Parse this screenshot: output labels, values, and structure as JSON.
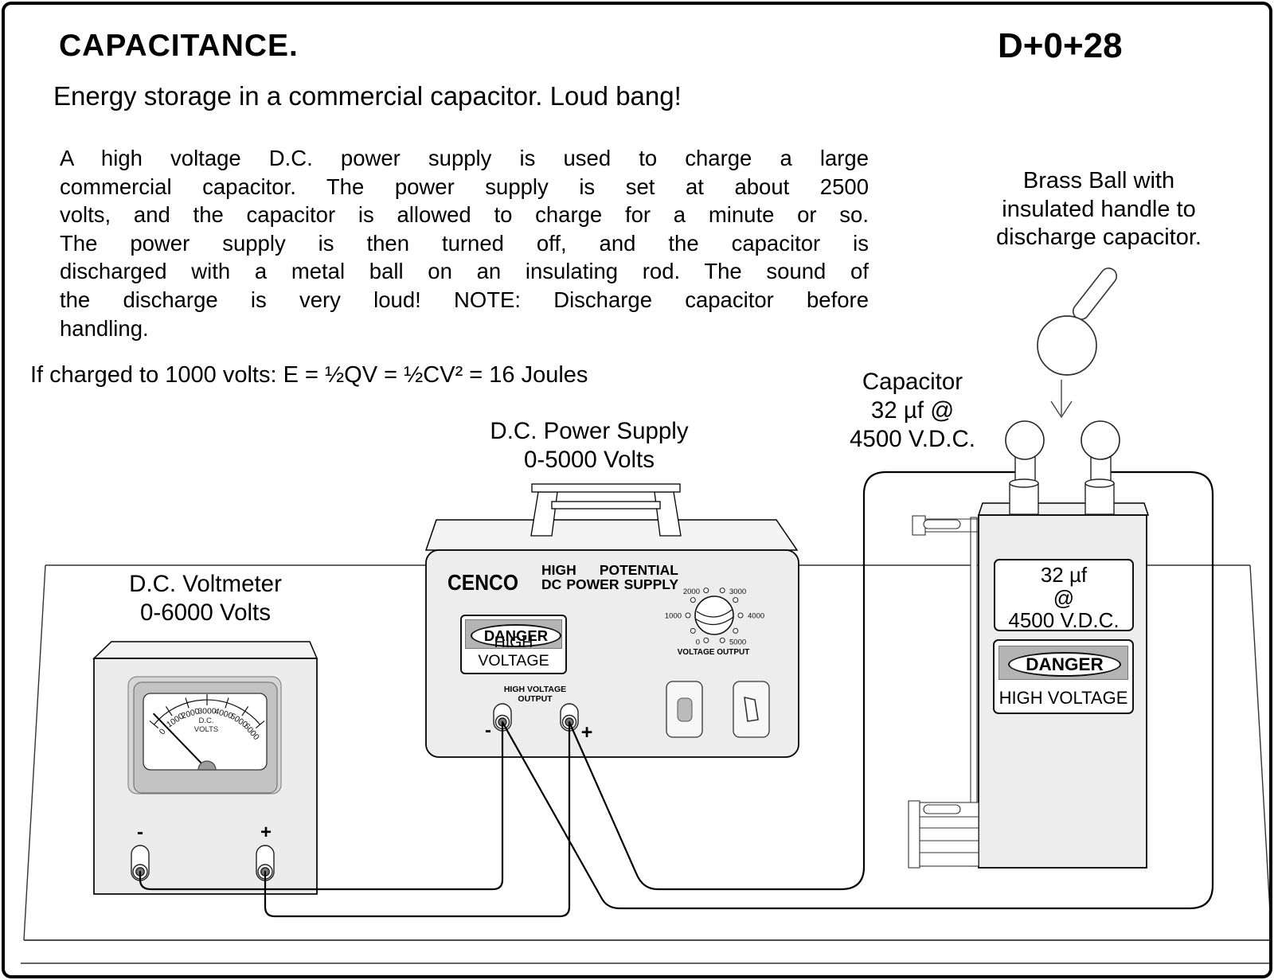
{
  "header": {
    "title": "CAPACITANCE.",
    "code": "D+0+28",
    "subtitle": "Energy storage in a commercial capacitor. Loud bang!"
  },
  "description": {
    "lines": [
      "A high voltage D.C. power supply is used to charge a large",
      "commercial capacitor.  The power supply is set at about 2500",
      "volts, and the capacitor is allowed to charge for a minute or so.",
      "The power supply is then turned off, and the capacitor is",
      "discharged with a metal ball on an insulating rod.  The sound of",
      "the discharge is very loud! NOTE: Discharge capacitor before",
      "handling."
    ]
  },
  "formula": "If charged to 1000 volts: E = ½QV = ½CV² = 16 Joules",
  "annotations": {
    "power_supply": {
      "line1": "D.C. Power Supply",
      "line2": "0-5000 Volts"
    },
    "voltmeter": {
      "line1": "D.C. Voltmeter",
      "line2": "0-6000 Volts"
    },
    "capacitor": {
      "line1": "Capacitor",
      "line2": "32 µf @",
      "line3": "4500 V.D.C."
    },
    "brass_ball": {
      "line1": "Brass Ball with",
      "line2": "insulated handle to",
      "line3": "discharge capacitor."
    }
  },
  "power_supply": {
    "brand": "CENCO",
    "title_word1": "HIGH",
    "title_word2": "POTENTIAL",
    "title_line2": "DC POWER SUPPLY",
    "danger": "DANGER",
    "danger_sub": "HIGH VOLTAGE",
    "output_label_line1": "HIGH VOLTAGE",
    "output_label_line2": "OUTPUT",
    "dial_caption": "VOLTAGE OUTPUT",
    "dial_labels": [
      "0",
      "1000",
      "2000",
      "3000",
      "4000",
      "5000"
    ],
    "terminal_minus": "-",
    "terminal_plus": "+"
  },
  "voltmeter": {
    "scale_labels": [
      "0",
      "1000",
      "2000",
      "3000",
      "4000",
      "5000",
      "6000"
    ],
    "face_line1": "D.C.",
    "face_line2": "VOLTS",
    "terminal_minus": "-",
    "terminal_plus": "+"
  },
  "capacitor": {
    "rating_line1": "32 µf",
    "rating_line2": "@",
    "rating_line3": "4500 V.D.C.",
    "danger": "DANGER",
    "danger_sub": "HIGH VOLTAGE"
  },
  "colors": {
    "panel_gray": "#ededed",
    "bezel_gray": "#c3c3c3",
    "danger_band_gray": "#b4b4b4",
    "line_black": "#000000"
  }
}
